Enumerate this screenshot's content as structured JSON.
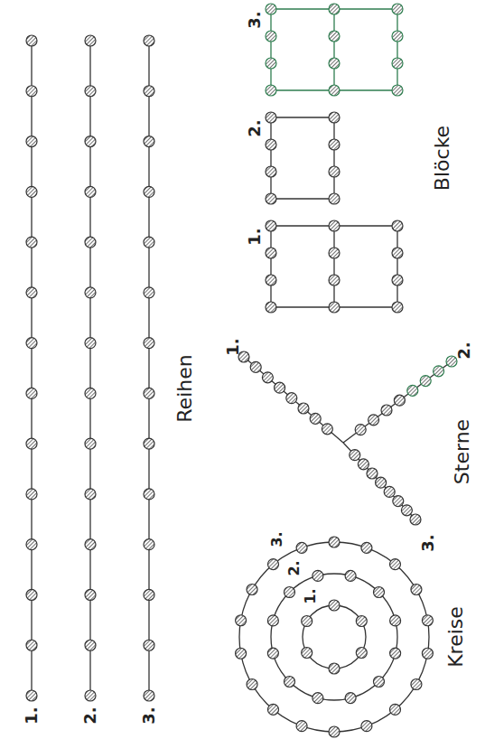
{
  "diagram": {
    "labels": [
      "1.",
      "2.",
      "3.",
      "Reihen",
      "1.",
      "2.",
      "3.",
      "Blöcke",
      "1.",
      "2.",
      "3.",
      "Kreise",
      "1.",
      "2.",
      "3.",
      "Sterne"
    ]
  }
}
